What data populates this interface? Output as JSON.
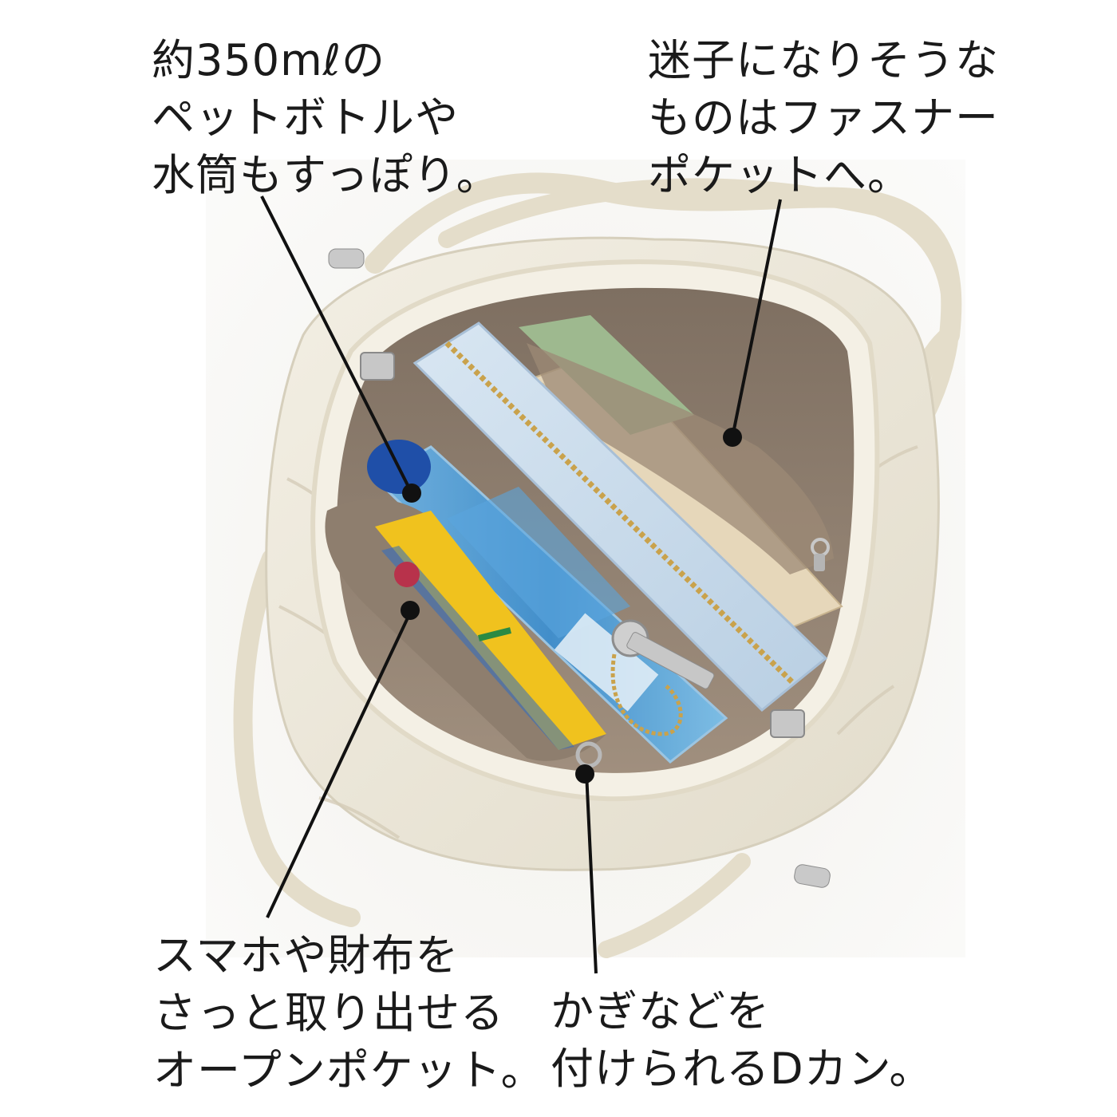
{
  "captions": {
    "bottle": {
      "lines": [
        "約350mℓの",
        "ペットボトルや",
        "水筒もすっぽり。"
      ]
    },
    "zip_pocket": {
      "lines": [
        "迷子になりそうな",
        "ものはファスナー",
        "ポケットへ。"
      ]
    },
    "open_pocket": {
      "lines": [
        "スマホや財布を",
        "さっと取り出せる",
        "オープンポケット。"
      ]
    },
    "d_ring": {
      "lines": [
        "かぎなどを",
        "付けられるDカン。"
      ]
    }
  },
  "colors": {
    "bag_leather": "#ece7d9",
    "lining": "#8f8070",
    "wallet": "#c9dcec",
    "bottle_water": "#3e8fcf",
    "bottle_cap": "#1f4fa8",
    "towel_yellow": "#f0c21e",
    "notebook": "#e6d7ba",
    "leader_line": "#111111"
  },
  "icons": {
    "zipper": "zipper-icon",
    "key": "key-icon",
    "clasp": "clasp-hinge-icon",
    "marker": "callout-dot-icon"
  }
}
